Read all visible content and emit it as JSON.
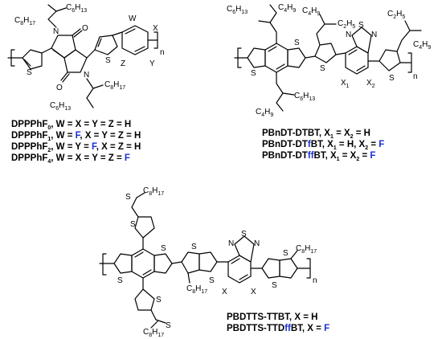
{
  "colors": {
    "ink": "#000000",
    "fluorine": "#1a2fd6",
    "background": "#ffffff"
  },
  "dpp": {
    "chain_left_top": "C8H17",
    "chain_left_bottom": "C6H13",
    "chain_right_top": "C6H13",
    "chain_right_bottom": "C8H17",
    "atoms": {
      "N": "N",
      "O": "O",
      "W": "W",
      "X": "X",
      "Y": "Y",
      "Z": "Z",
      "n": "n"
    },
    "labels": [
      {
        "name": "DPPPhF",
        "sub": "0",
        "rest": ", W = X = Y = Z = H"
      },
      {
        "name": "DPPPhF",
        "sub": "1",
        "rest_pre": ", W = ",
        "blue": "F",
        "rest_post": ", X = Y = Z = H"
      },
      {
        "name": "DPPPhF",
        "sub": "2",
        "rest_pre": ", W = Y = ",
        "blue": "F",
        "rest_post": ", X = Z = H"
      },
      {
        "name": "DPPPhF",
        "sub": "4",
        "rest_pre": ", W = X = Y = Z = ",
        "blue": "F",
        "rest_post": ""
      }
    ]
  },
  "pbndt": {
    "chain_core_top": "C6H13",
    "chain_core_top2": "C4H9",
    "chain_core_bottom": "C4H9",
    "chain_core_bottom2": "C6H13",
    "chain_th1_a": "C4H9",
    "chain_th1_b": "C2H5",
    "chain_th2_a": "C2H5",
    "chain_th2_b": "C4H9",
    "atoms": {
      "N": "N",
      "S": "S",
      "X1": "X",
      "X1_sub": "1",
      "X2": "X",
      "X2_sub": "2",
      "n": "n"
    },
    "labels": [
      {
        "pre": "PBnDT-DTBT, X",
        "s1": "1",
        "mid": " = X",
        "s2": "2",
        "post": " = H"
      },
      {
        "pre": "PBnDT-DT",
        "blue": "f",
        "pre2": "BT, X",
        "s1": "1",
        "mid": " = H, X",
        "s2": "2",
        "mid2": " = ",
        "blue2": "F"
      },
      {
        "pre": "PBnDT-DT",
        "blue": "ff",
        "pre2": "BT, X",
        "s1": "1",
        "mid": " = X",
        "s2": "2",
        "mid2": " = ",
        "blue2": "F"
      }
    ]
  },
  "pbdtts": {
    "chain_top": "C8H17",
    "chain_bottom": "C8H17",
    "chain_tt_left": "C8H17",
    "chain_tt_right": "C8H17",
    "atoms": {
      "S": "S",
      "N": "N",
      "X": "X",
      "n": "n"
    },
    "labels": [
      {
        "pre": "PBDTTS-TTBT, X = H"
      },
      {
        "pre": "PBDTTS-TTD",
        "blue": "ff",
        "post": "BT, X = ",
        "blue2": "F"
      }
    ]
  }
}
